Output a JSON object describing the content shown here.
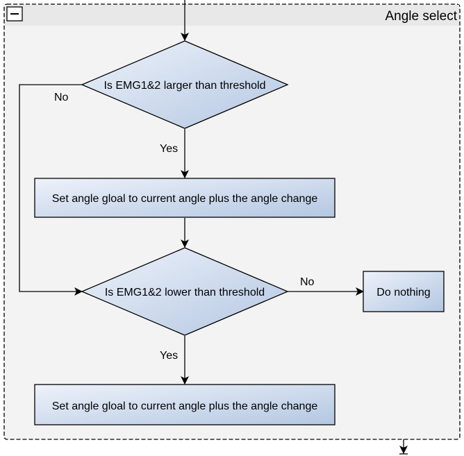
{
  "group": {
    "title": "Angle select",
    "collapse_symbol": "−"
  },
  "nodes": {
    "decision_1": "Is EMG1&2 larger than threshold",
    "process_1": "Set angle gloal to current angle plus the angle change",
    "decision_2": "Is EMG1&2 lower than threshold",
    "terminal_nothing": "Do nothing",
    "process_2": "Set angle gloal to current angle plus the angle change"
  },
  "edges": {
    "d1_yes": "Yes",
    "d1_no": "No",
    "d2_yes": "Yes",
    "d2_no": "No"
  },
  "colors": {
    "group_fill": "#f3f3f3",
    "header_fill": "#e8e8e8",
    "node_gradient_start": "#eef2fa",
    "node_gradient_end": "#b3c7e2",
    "stroke": "#000000"
  }
}
